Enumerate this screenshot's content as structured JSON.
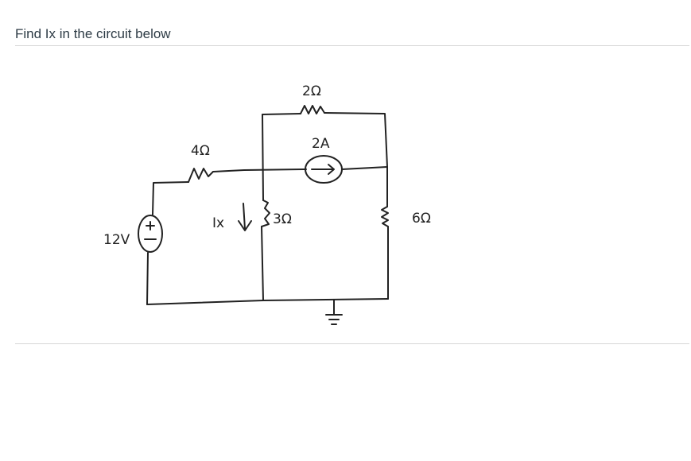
{
  "question": {
    "text": "Find Ix in the circuit below"
  },
  "circuit": {
    "source_voltage": "12V",
    "r1": "4Ω",
    "r_top": "2Ω",
    "current_source": "2A",
    "r_mid": "3Ω",
    "r_right": "6Ω",
    "current_label": "Ix"
  }
}
